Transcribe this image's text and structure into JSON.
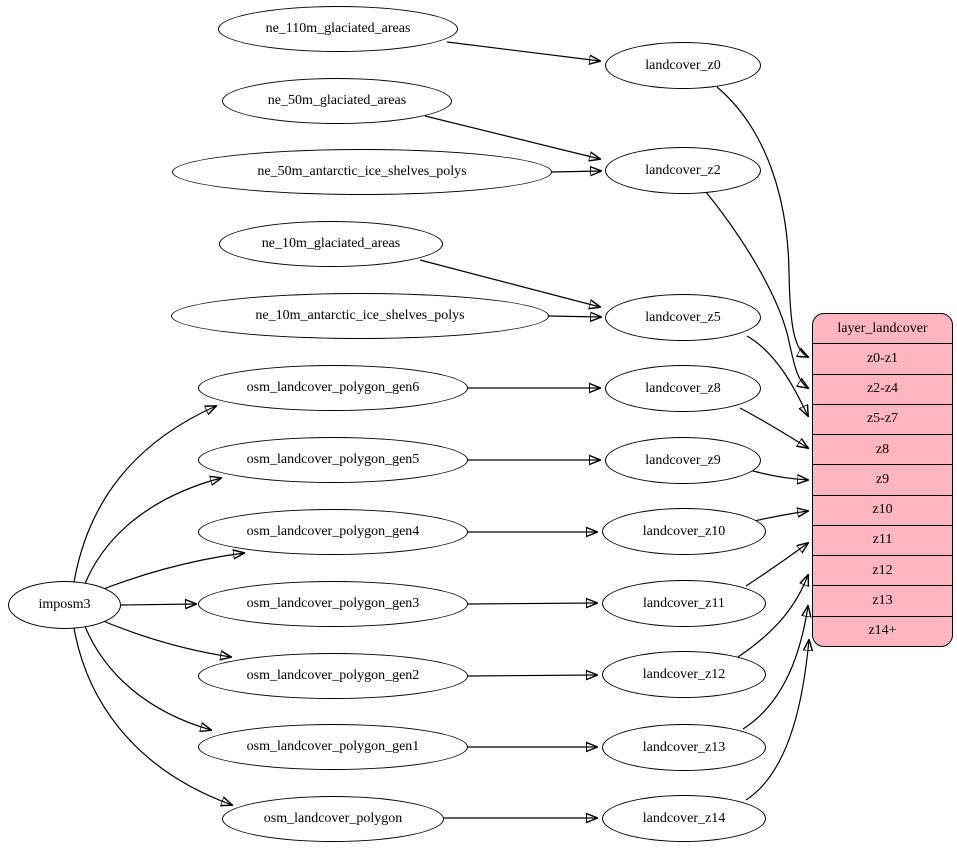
{
  "diagram": {
    "type": "dependency-graph",
    "colors": {
      "background": "#ffffff",
      "node_fill": "#ffffff",
      "stroke": "#000000",
      "record_fill": "#ffb6c1"
    },
    "nodes": {
      "imposm3": "imposm3",
      "sources": [
        "ne_110m_glaciated_areas",
        "ne_50m_glaciated_areas",
        "ne_50m_antarctic_ice_shelves_polys",
        "ne_10m_glaciated_areas",
        "ne_10m_antarctic_ice_shelves_polys",
        "osm_landcover_polygon_gen6",
        "osm_landcover_polygon_gen5",
        "osm_landcover_polygon_gen4",
        "osm_landcover_polygon_gen3",
        "osm_landcover_polygon_gen2",
        "osm_landcover_polygon_gen1",
        "osm_landcover_polygon"
      ],
      "middle": [
        "landcover_z0",
        "landcover_z2",
        "landcover_z5",
        "landcover_z8",
        "landcover_z9",
        "landcover_z10",
        "landcover_z11",
        "landcover_z12",
        "landcover_z13",
        "landcover_z14"
      ],
      "record": {
        "title": "layer_landcover",
        "rows": [
          "z0-z1",
          "z2-z4",
          "z5-z7",
          "z8",
          "z9",
          "z10",
          "z11",
          "z12",
          "z13",
          "z14+"
        ]
      }
    },
    "edges": [
      {
        "from": "ne_110m_glaciated_areas",
        "to": "landcover_z0"
      },
      {
        "from": "ne_50m_glaciated_areas",
        "to": "landcover_z2"
      },
      {
        "from": "ne_50m_antarctic_ice_shelves_polys",
        "to": "landcover_z2"
      },
      {
        "from": "ne_10m_glaciated_areas",
        "to": "landcover_z5"
      },
      {
        "from": "ne_10m_antarctic_ice_shelves_polys",
        "to": "landcover_z5"
      },
      {
        "from": "imposm3",
        "to": "osm_landcover_polygon_gen6"
      },
      {
        "from": "imposm3",
        "to": "osm_landcover_polygon_gen5"
      },
      {
        "from": "imposm3",
        "to": "osm_landcover_polygon_gen4"
      },
      {
        "from": "imposm3",
        "to": "osm_landcover_polygon_gen3"
      },
      {
        "from": "imposm3",
        "to": "osm_landcover_polygon_gen2"
      },
      {
        "from": "imposm3",
        "to": "osm_landcover_polygon_gen1"
      },
      {
        "from": "imposm3",
        "to": "osm_landcover_polygon"
      },
      {
        "from": "osm_landcover_polygon_gen6",
        "to": "landcover_z8"
      },
      {
        "from": "osm_landcover_polygon_gen5",
        "to": "landcover_z9"
      },
      {
        "from": "osm_landcover_polygon_gen4",
        "to": "landcover_z10"
      },
      {
        "from": "osm_landcover_polygon_gen3",
        "to": "landcover_z11"
      },
      {
        "from": "osm_landcover_polygon_gen2",
        "to": "landcover_z12"
      },
      {
        "from": "osm_landcover_polygon_gen1",
        "to": "landcover_z13"
      },
      {
        "from": "osm_landcover_polygon",
        "to": "landcover_z14"
      },
      {
        "from": "landcover_z0",
        "to": "layer_landcover:z0-z1"
      },
      {
        "from": "landcover_z2",
        "to": "layer_landcover:z2-z4"
      },
      {
        "from": "landcover_z5",
        "to": "layer_landcover:z5-z7"
      },
      {
        "from": "landcover_z8",
        "to": "layer_landcover:z8"
      },
      {
        "from": "landcover_z9",
        "to": "layer_landcover:z9"
      },
      {
        "from": "landcover_z10",
        "to": "layer_landcover:z10"
      },
      {
        "from": "landcover_z11",
        "to": "layer_landcover:z11"
      },
      {
        "from": "landcover_z12",
        "to": "layer_landcover:z12"
      },
      {
        "from": "landcover_z13",
        "to": "layer_landcover:z13"
      },
      {
        "from": "landcover_z14",
        "to": "layer_landcover:z14+"
      }
    ]
  }
}
